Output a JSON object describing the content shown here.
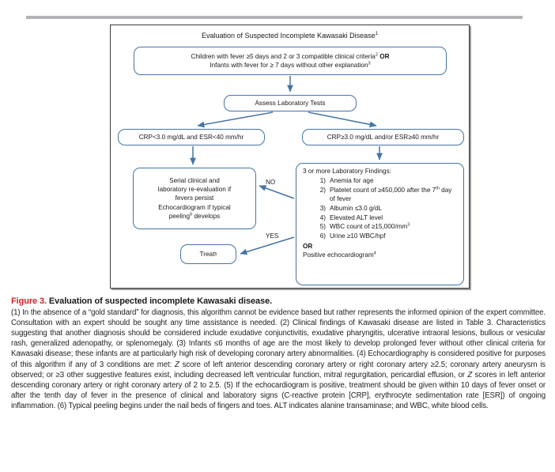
{
  "figure": {
    "chart_title": "Evaluation of Suspected Incomplete Kawasaki Disease",
    "chart_title_sup": "1",
    "nodes": {
      "criteria_line1": "Children with fever ≥5 days and 2 or 3 compatible clinical criteria",
      "criteria_line1_sup": "2",
      "criteria_line1_tail": "OR",
      "criteria_line2": "Infants with fever for ≥ 7 days without other explanation",
      "criteria_line2_sup": "3",
      "assess": "Assess Laboratory Tests",
      "crp_low": "CRP<3.0 mg/dL and ESR<40 mm/hr",
      "crp_high": "CRP≥3.0 mg/dL and/or ESR≥40 mm/hr",
      "serial_line1": "Serial clinical and",
      "serial_line2": "laboratory re-evaluation if",
      "serial_line3": "fevers persist",
      "serial_line4": "Echocardiogram if typical",
      "serial_line5": "peeling",
      "serial_line5_sup": "6",
      "serial_line5_tail": " develops",
      "findings_heading": "3 or more Laboratory Findings:",
      "findings_items": [
        "Anemia for age",
        "Platelet count of ≥450,000 after the 7th day of fever",
        "Albumin ≤3.0 g/dL",
        "Elevated ALT level",
        "WBC count of ≥15,000/mm3",
        "Urine ≥10 WBC/hpf"
      ],
      "findings_or": "OR",
      "findings_echo": "Positive echocardiogram",
      "findings_echo_sup": "4",
      "treat": "Treat",
      "treat_sup": "5"
    },
    "branch_labels": {
      "no": "NO",
      "yes": "YES"
    }
  },
  "caption": {
    "figure_number": "Figure 3.",
    "heading": "Evaluation of suspected incomplete Kawasaki disease.",
    "body": "(1) In the absence of a “gold standard” for diagnosis, this algorithm cannot be evidence based but rather represents the informed opinion of the expert committee. Consultation with an expert should be sought any time assistance is needed. (2) Clinical findings of Kawasaki disease are listed in Table 3. Characteristics suggesting that another diagnosis should be considered include exudative conjunctivitis, exudative pharyngitis, ulcerative intraoral lesions, bullous or vesicular rash, generalized adenopathy, or splenomegaly. (3) Infants ≤6 months of age are the most likely to develop prolonged fever without other clinical criteria for Kawasaki disease; these infants are at particularly high risk of developing coronary artery abnormalities. (4) Echocardiography is considered positive for purposes of this algorithm if any of 3 conditions are met: Z score of left anterior descending coronary artery or right coronary artery ≥2.5; coronary artery aneurysm is observed; or ≥3 other suggestive features exist, including decreased left ventricular function, mitral regurgitation, pericardial effusion, or Z scores in left anterior descending coronary artery or right coronary artery of 2 to 2.5. (5) If the echocardiogram is positive, treatment should be given within 10 days of fever onset or after the tenth day of fever in the presence of clinical and laboratory signs (C-reactive protein [CRP], erythrocyte sedimentation rate [ESR]) of ongoing inflammation. (6) Typical peeling begins under the nail beds of fingers and toes. ALT indicates alanine transaminase; and WBC, white blood cells."
  },
  "colors": {
    "node_border": "#4574a6",
    "arrow": "#4574a6",
    "figure_number_red": "#cf2027",
    "rule_gray": "#b3b3b8",
    "frame_border": "#3a3a3a"
  }
}
